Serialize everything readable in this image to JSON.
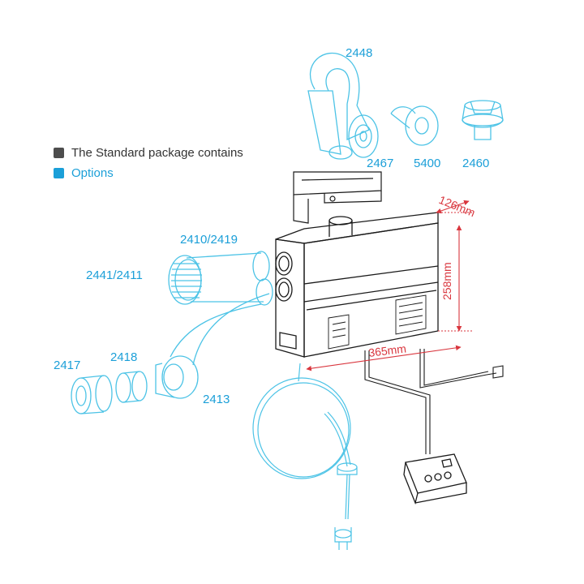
{
  "colors": {
    "standard": "#4d4d4d",
    "options": "#1b9fd8",
    "dimension": "#d9363e",
    "line": "#1a1a1a",
    "optional_line": "#4cc3e6"
  },
  "legend": {
    "standard": "The Standard package contains",
    "options": "Options"
  },
  "parts": {
    "p2448": "2448",
    "p2467": "2467",
    "p5400": "5400",
    "p2460": "2460",
    "p2410_2419": "2410/2419",
    "p2441_2411": "2441/2411",
    "p2417": "2417",
    "p2418": "2418",
    "p2413": "2413"
  },
  "dimensions": {
    "depth": "126mm",
    "height": "258mm",
    "width": "365mm"
  }
}
